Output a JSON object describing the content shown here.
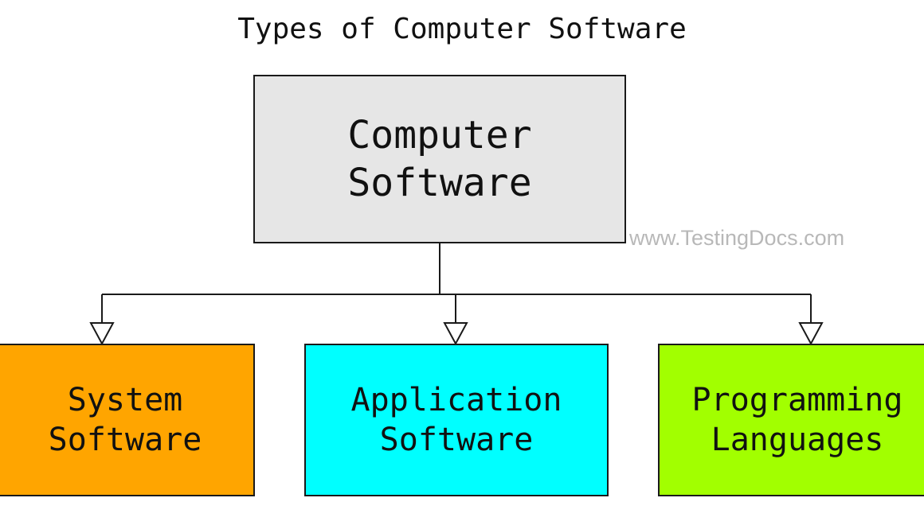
{
  "title": "Types of Computer Software",
  "root": {
    "line1": "Computer",
    "line2": "Software",
    "color": "#e6e6e6"
  },
  "children": [
    {
      "line1": "System",
      "line2": "Software",
      "color": "#ffa500"
    },
    {
      "line1": "Application",
      "line2": "Software",
      "color": "#00ffff"
    },
    {
      "line1": "Programming",
      "line2": "Languages",
      "color": "#a2ff00"
    }
  ],
  "watermark": "www.TestingDocs.com",
  "colors": {
    "stroke": "#1a1a1a",
    "arrowhead_fill": "#ffffff",
    "watermark": "#b8b8b8"
  }
}
